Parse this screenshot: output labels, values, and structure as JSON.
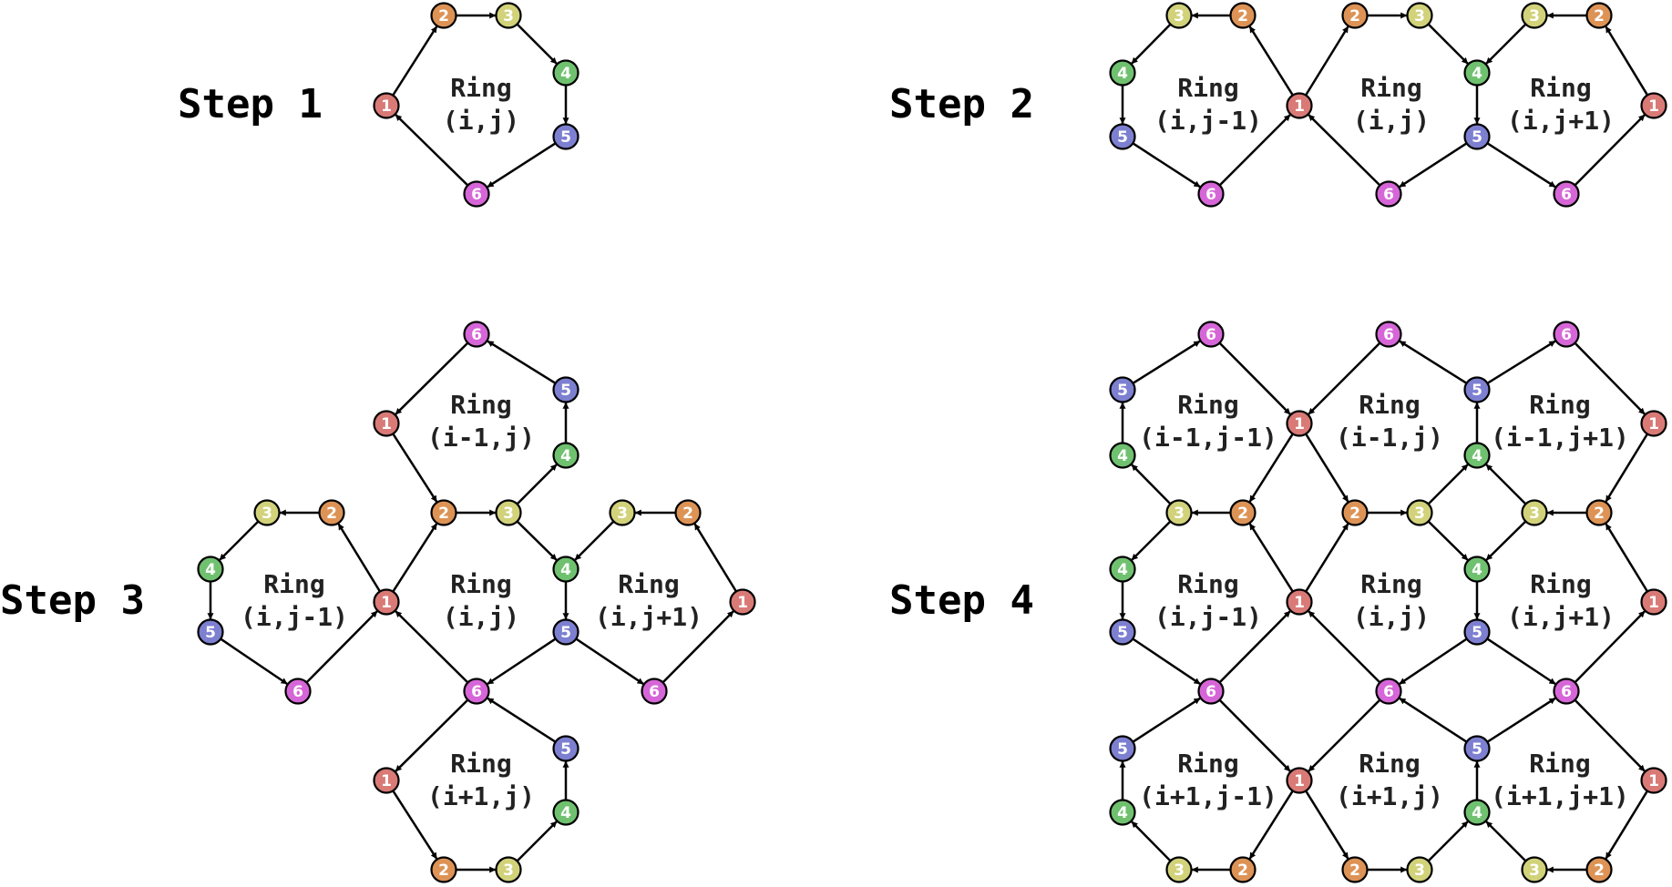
{
  "node_colors": {
    "1": "#d97a77",
    "2": "#dd9355",
    "3": "#d1d27a",
    "4": "#6fc16f",
    "5": "#7d7fd0",
    "6": "#d666d8"
  },
  "node_text_color": "#ffffff",
  "edge_color": "#000000",
  "steps": [
    {
      "label": "Step 1",
      "rings": [
        {
          "line1": "Ring",
          "line2": "(i,j)",
          "orientation": "standard"
        }
      ]
    },
    {
      "label": "Step 2",
      "rings": [
        {
          "line1": "Ring",
          "line2": "(i,j-1)",
          "orientation": "mirrored"
        },
        {
          "line1": "Ring",
          "line2": "(i,j)",
          "orientation": "standard"
        },
        {
          "line1": "Ring",
          "line2": "(i,j+1)",
          "orientation": "mirrored"
        }
      ]
    },
    {
      "label": "Step 3",
      "rings": [
        {
          "line1": "Ring",
          "line2": "(i-1,j)",
          "orientation": "inverted"
        },
        {
          "line1": "Ring",
          "line2": "(i,j-1)",
          "orientation": "mirrored"
        },
        {
          "line1": "Ring",
          "line2": "(i,j)",
          "orientation": "standard"
        },
        {
          "line1": "Ring",
          "line2": "(i,j+1)",
          "orientation": "mirrored"
        },
        {
          "line1": "Ring",
          "line2": "(i+1,j)",
          "orientation": "inverted"
        }
      ]
    },
    {
      "label": "Step 4",
      "rings": [
        {
          "line1": "Ring",
          "line2": "(i-1,j-1)",
          "orientation": "rotated"
        },
        {
          "line1": "Ring",
          "line2": "(i-1,j)",
          "orientation": "inverted"
        },
        {
          "line1": "Ring",
          "line2": "(i-1,j+1)",
          "orientation": "rotated"
        },
        {
          "line1": "Ring",
          "line2": "(i,j-1)",
          "orientation": "mirrored"
        },
        {
          "line1": "Ring",
          "line2": "(i,j)",
          "orientation": "standard"
        },
        {
          "line1": "Ring",
          "line2": "(i,j+1)",
          "orientation": "mirrored"
        },
        {
          "line1": "Ring",
          "line2": "(i+1,j-1)",
          "orientation": "rotated"
        },
        {
          "line1": "Ring",
          "line2": "(i+1,j)",
          "orientation": "inverted"
        },
        {
          "line1": "Ring",
          "line2": "(i+1,j+1)",
          "orientation": "rotated"
        }
      ]
    }
  ]
}
